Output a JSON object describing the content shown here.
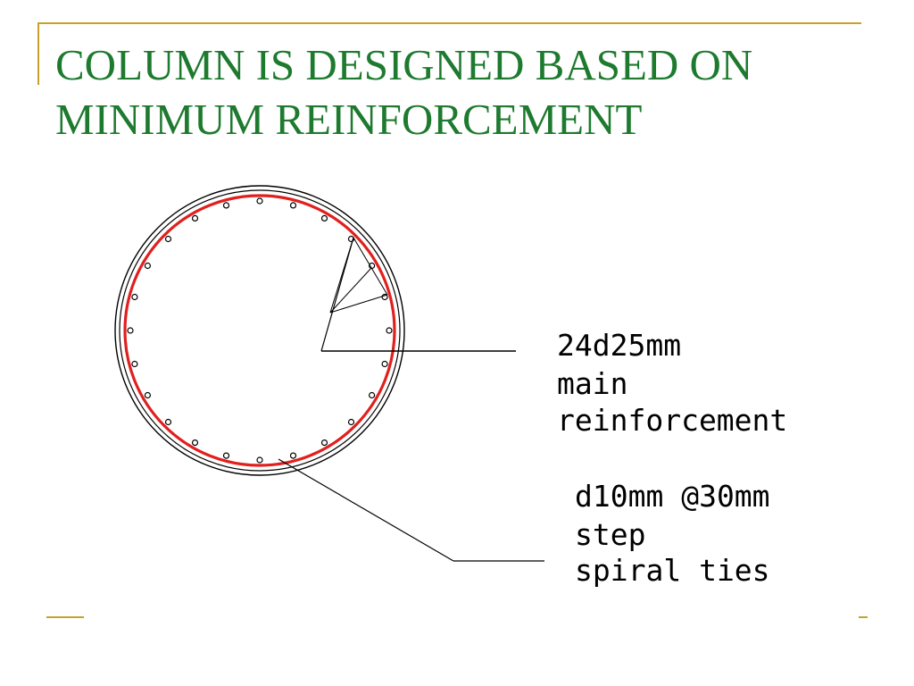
{
  "slide": {
    "title_line1": "COLUMN IS DESIGNED BASED ON",
    "title_line2": "MINIMUM REINFORCEMENT",
    "title_color": "#1d7a2e",
    "accent_color": "#c8a12a"
  },
  "diagram": {
    "main_reinforcement_label": [
      "24d25mm",
      "main",
      "reinforcement"
    ],
    "spiral_ties_label": [
      "d10mm @30mm",
      "step",
      "spiral ties"
    ],
    "bar_count": 24,
    "spiral_color": "#e0201e",
    "line_color": "#000000"
  }
}
